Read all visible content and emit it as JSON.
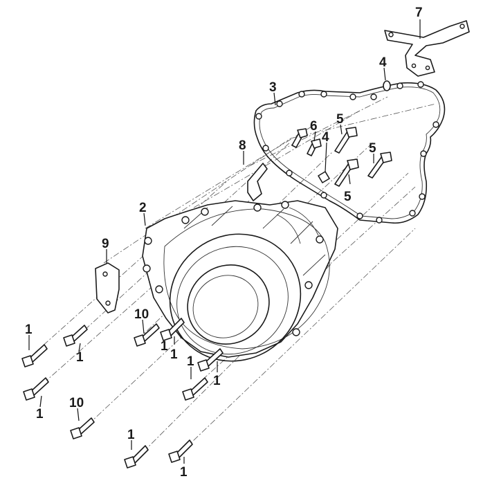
{
  "callouts": [
    {
      "id": "c7",
      "text": "7"
    },
    {
      "id": "c4a",
      "text": "4"
    },
    {
      "id": "c3",
      "text": "3"
    },
    {
      "id": "c6",
      "text": "6"
    },
    {
      "id": "c5a",
      "text": "5"
    },
    {
      "id": "c4b",
      "text": "4"
    },
    {
      "id": "c8",
      "text": "8"
    },
    {
      "id": "c5b",
      "text": "5"
    },
    {
      "id": "c5c",
      "text": "5"
    },
    {
      "id": "c2",
      "text": "2"
    },
    {
      "id": "c9",
      "text": "9"
    },
    {
      "id": "c10a",
      "text": "10"
    },
    {
      "id": "c1a",
      "text": "1"
    },
    {
      "id": "c1b",
      "text": "1"
    },
    {
      "id": "c1c",
      "text": "1"
    },
    {
      "id": "c1d",
      "text": "1"
    },
    {
      "id": "c1e",
      "text": "1"
    },
    {
      "id": "c1f",
      "text": "1"
    },
    {
      "id": "c1g",
      "text": "1"
    },
    {
      "id": "c10b",
      "text": "10"
    },
    {
      "id": "c1h",
      "text": "1"
    },
    {
      "id": "c1i",
      "text": "1"
    }
  ]
}
